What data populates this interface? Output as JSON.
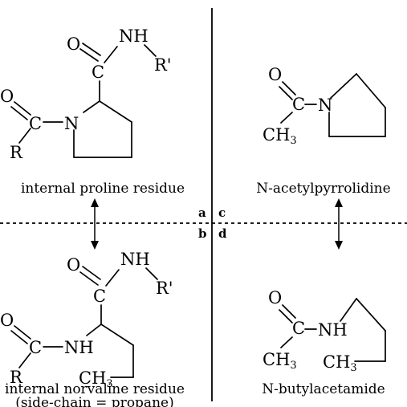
{
  "atoms": {
    "oxygen": "O",
    "carbon": "C",
    "nitrogen": "N",
    "amide_nh": "NH",
    "r": "R",
    "r_prime": "R'",
    "ch3": "CH",
    "ch3_subscript": "3"
  },
  "panels": {
    "a": {
      "label": "a",
      "caption": "internal proline residue"
    },
    "b": {
      "label": "b",
      "caption": "internal norvaline residue",
      "caption_sub": "(side-chain = propane)"
    },
    "c": {
      "label": "c",
      "caption": "N-acetylpyrrolidine"
    },
    "d": {
      "label": "d",
      "caption": "N-butylacetamide"
    }
  }
}
